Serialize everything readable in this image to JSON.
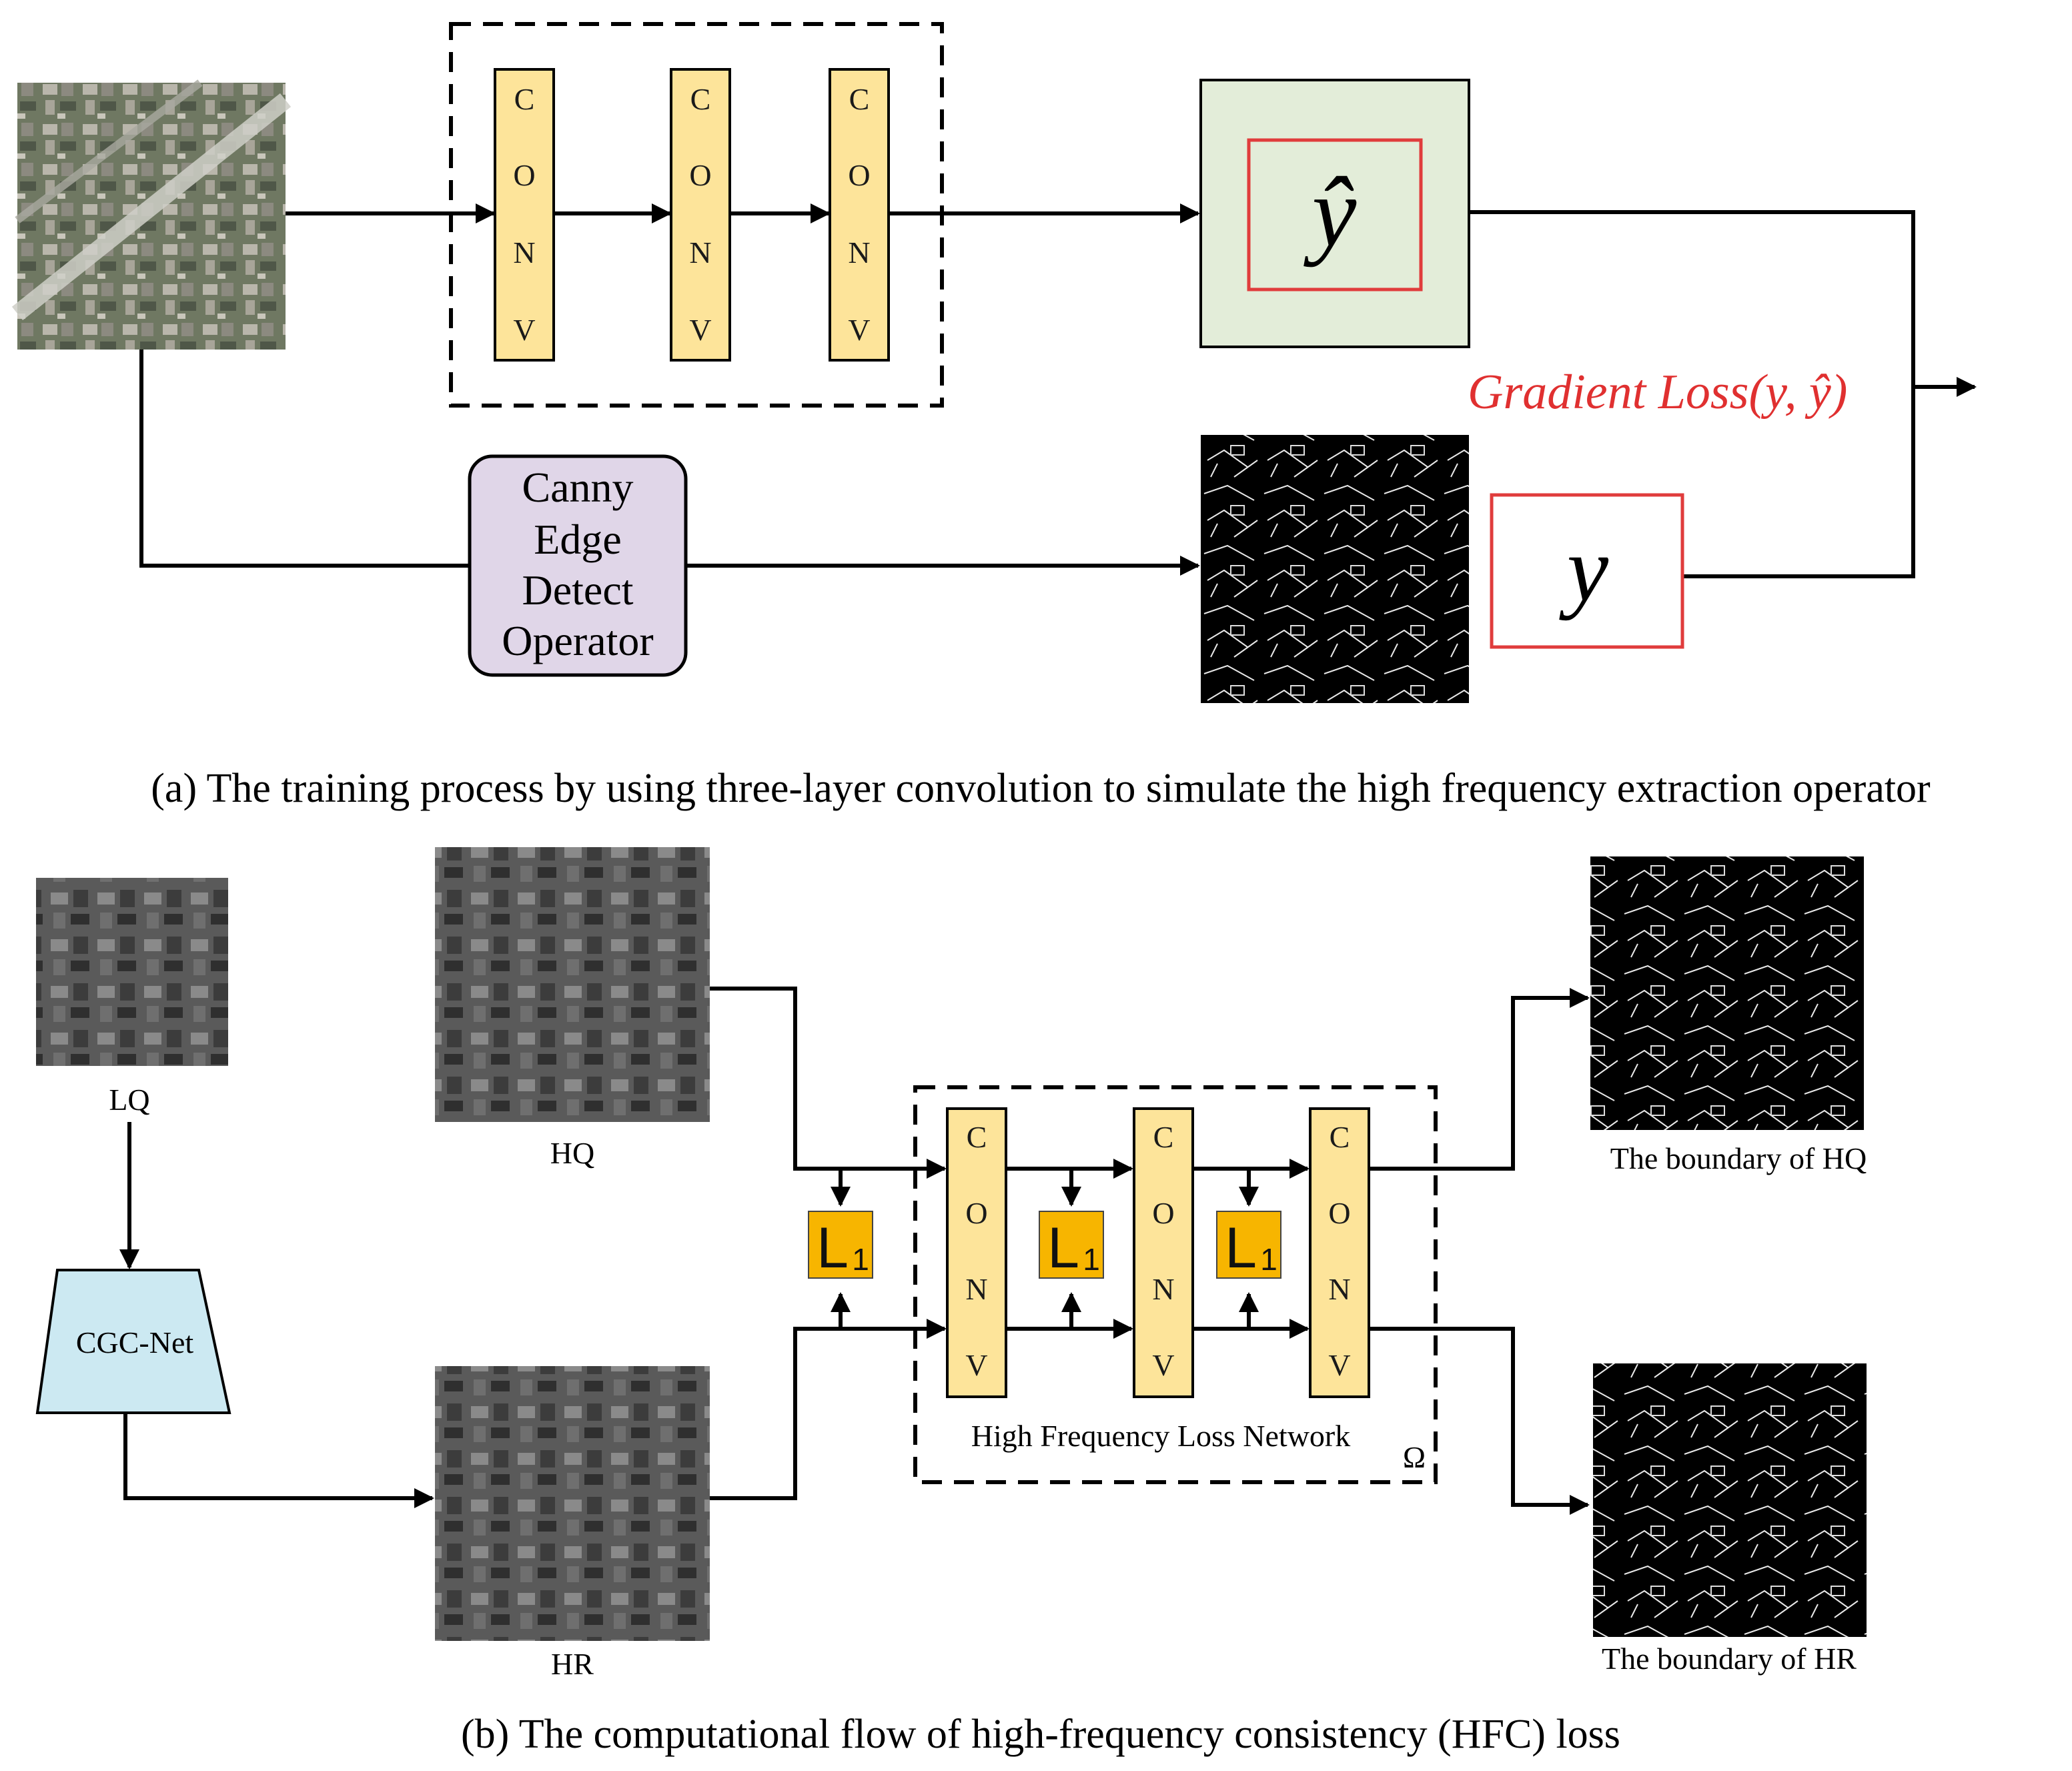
{
  "part_a": {
    "conv_label": [
      "C",
      "O",
      "N",
      "V"
    ],
    "y_hat_symbol": "ŷ",
    "y_symbol": "y",
    "loss_label": "Gradient Loss(y, ŷ)",
    "canny_lines": [
      "Canny",
      "Edge",
      "Detect",
      "Operator"
    ],
    "caption": "(a) The training process by using three-layer convolution to simulate the high frequency extraction operator"
  },
  "part_b": {
    "lq_label": "LQ",
    "hq_label": "HQ",
    "hr_label": "HR",
    "net_label": "CGC-Net",
    "l1_main": "L",
    "l1_sub": "1",
    "hf_network_label": "High Frequency Loss Network",
    "omega_symbol": "Ω",
    "boundary_hq_label": "The boundary of HQ",
    "boundary_hr_label": "The boundary of HR",
    "caption": "(b) The computational flow of  high-frequency consistency (HFC) loss"
  },
  "colors": {
    "conv_fill": "#fde49a",
    "conv_stroke": "#000000",
    "l1_fill": "#f7b500",
    "y_box_fill": "#e3edd9",
    "red_box": "#e03c3c",
    "canny_fill": "#e0d6e8",
    "cgc_fill": "#cce9f2"
  }
}
